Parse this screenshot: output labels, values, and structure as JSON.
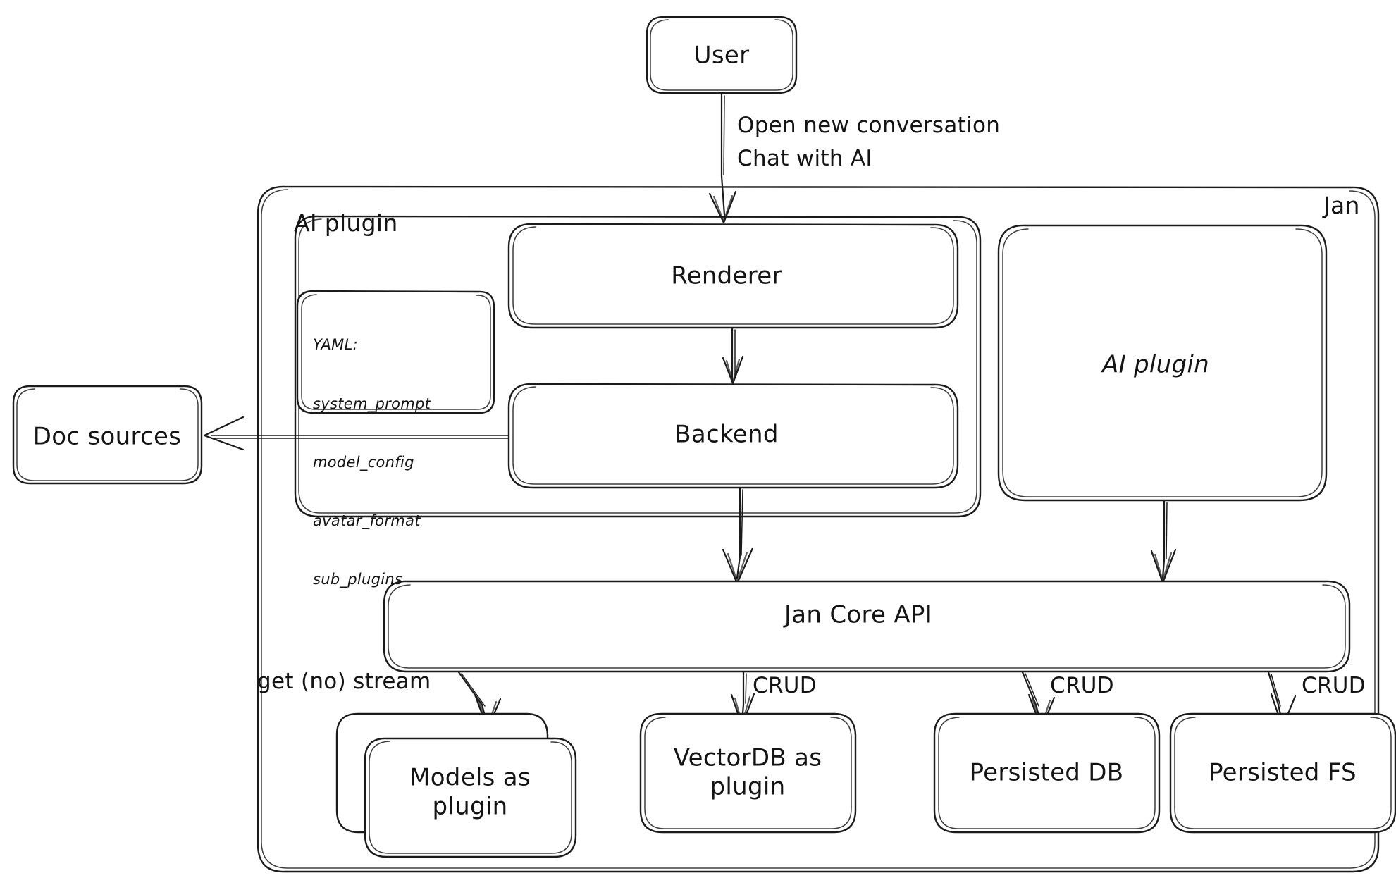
{
  "diagram": {
    "title": "Jan architecture diagram",
    "style": "hand-drawn sketch",
    "stroke_color": "#1b1b1b",
    "background_color": "#ffffff"
  },
  "containers": {
    "jan": {
      "label": "Jan"
    },
    "ai_plugin_group": {
      "label": "AI plugin"
    }
  },
  "nodes": {
    "user": {
      "label": "User"
    },
    "renderer": {
      "label": "Renderer"
    },
    "backend": {
      "label": "Backend"
    },
    "ai_plugin_right": {
      "label": "AI plugin"
    },
    "jan_core_api": {
      "label": "Jan Core API"
    },
    "doc_sources": {
      "label": "Doc sources"
    },
    "models_as_plugin": {
      "label": "Models as\nplugin"
    },
    "vectordb_as_plugin": {
      "label": "VectorDB as\nplugin"
    },
    "persisted_db": {
      "label": "Persisted DB"
    },
    "persisted_fs": {
      "label": "Persisted FS"
    }
  },
  "yaml_note": {
    "heading": "YAML:",
    "keys": [
      "system_prompt",
      "model_config",
      "avatar_format",
      "sub_plugins"
    ]
  },
  "edges": [
    {
      "from": "user",
      "to": "renderer",
      "label": "Open new conversation\nChat with AI"
    },
    {
      "from": "renderer",
      "to": "backend",
      "label": ""
    },
    {
      "from": "backend",
      "to": "doc_sources",
      "label": ""
    },
    {
      "from": "backend",
      "to": "jan_core_api",
      "label": ""
    },
    {
      "from": "ai_plugin_right",
      "to": "jan_core_api",
      "label": ""
    },
    {
      "from": "jan_core_api",
      "to": "models_as_plugin",
      "label": "get (no) stream"
    },
    {
      "from": "jan_core_api",
      "to": "vectordb_as_plugin",
      "label": "CRUD"
    },
    {
      "from": "jan_core_api",
      "to": "persisted_db",
      "label": "CRUD"
    },
    {
      "from": "jan_core_api",
      "to": "persisted_fs",
      "label": "CRUD"
    }
  ],
  "edge_labels": {
    "user_to_renderer_line1": "Open new conversation",
    "user_to_renderer_line2": "Chat with AI",
    "get_no_stream": "get (no) stream",
    "crud_vectordb": "CRUD",
    "crud_persisted_db": "CRUD",
    "crud_persisted_fs": "CRUD"
  }
}
